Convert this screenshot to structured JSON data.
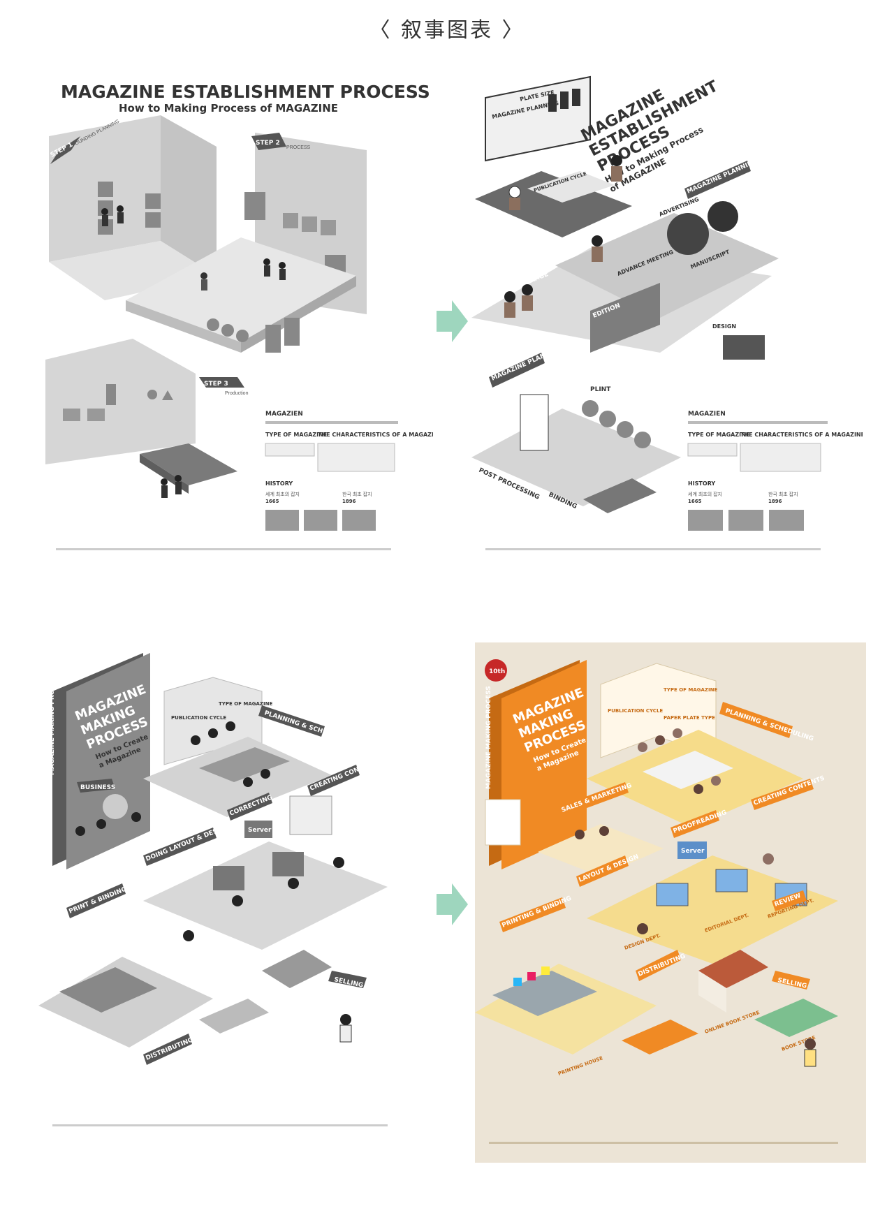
{
  "heading": "〈 叙事图表 〉",
  "p1": {
    "title": "MAGAZINE ESTABLISHMENT PROCESS",
    "subtitle": "How to Making Process of MAGAZINE",
    "step1": "STEP 1",
    "step1_label": "FOUNDING PLANNING",
    "step2": "STEP 2",
    "step2_label": "PROCESS",
    "step3": "STEP 3",
    "step3_label": "Production",
    "info_magazine": "MAGAZIEN",
    "info_type": "TYPE OF MAGAZINE",
    "info_char": "THE CHARACTERISTICS OF A MAGAZINE",
    "info_history": "HISTORY",
    "hist": [
      {
        "year": "1665",
        "label": "세계 최초의 잡지"
      },
      {
        "year": "1896",
        "label": "한국 최초 잡지"
      }
    ]
  },
  "p2": {
    "title_lines": [
      "MAGAZINE",
      "ESTABLISHMENT",
      "PROCESS"
    ],
    "subtitle_lines": [
      "How to Making Process",
      "of MAGAZINE"
    ],
    "plate_size": "PLATE SIZE",
    "publication_cycle": "PUBLICATION CYCLE",
    "magazine_planning": "MAGAZINE PLANNING",
    "advertising": "ADVERTISING",
    "advance_meeting": "ADVANCE MEETING",
    "manuscript": "MANUSCRIPT",
    "coverage": "COVERAGE",
    "edition": "EDITION",
    "design": "DESIGN",
    "plint": "PLINT",
    "post_processing": "POST PROCESSING",
    "binding": "BINDING",
    "info_magazine": "MAGAZIEN",
    "info_type": "TYPE OF MAGAZINE",
    "info_char": "THE CHARACTERISTICS OF A MAGAZINE",
    "info_history": "HISTORY",
    "hist": [
      {
        "year": "1665",
        "label": "세계 최초의 잡지"
      },
      {
        "year": "1896",
        "label": "한국 최초 잡지"
      }
    ]
  },
  "p3": {
    "book_lines": [
      "MAGAZINE",
      "MAKING",
      "PROCESS"
    ],
    "book_sub_lines": [
      "How to Create",
      "a Magazine"
    ],
    "spine": "MAGAZINE MAKING PROCESS",
    "type_of": "TYPE OF MAGAZINE",
    "publication_cycle": "PUBLICATION CYCLE",
    "planning": "PLANNING & SCHEDULING",
    "business": "BUSINESS",
    "creating": "CREATING CONTENT",
    "correcting": "CORRECTING",
    "layout": "DOING LAYOUT & DESIGN",
    "server": "Server",
    "print": "PRINT & BINDING",
    "distributing": "DISTRIBUTING",
    "selling": "SELLING"
  },
  "p4": {
    "book_lines": [
      "MAGAZINE",
      "MAKING",
      "PROCESS"
    ],
    "book_sub_lines": [
      "How to Create",
      "a Magazine"
    ],
    "spine": "MAGAZINE MAKING PROCESS",
    "badge": "10th",
    "type_of": "TYPE OF MAGAZINE",
    "paper_plate": "PAPER PLATE TYPE",
    "publication_cycle": "PUBLICATION CYCLE",
    "planning": "PLANNING & SCHEDULING",
    "sales": "SALES & MARKETING",
    "creating": "CREATING CONTENTS",
    "proofreading": "PROOFREADING",
    "layout": "LAYOUT & DESIGN",
    "server": "Server",
    "printing": "PRINTING & BINDING",
    "review": "REVIEW",
    "distributing": "DISTRIBUTING",
    "selling": "SELLING",
    "editorial": "EDITORIAL DEPT.",
    "reporting": "REPORTING DEPT.",
    "design_dept": "DESIGN DEPT.",
    "printing_house": "PRINTING HOUSE",
    "online_store": "ONLINE BOOK STORE",
    "book_store": "BOOK STORE"
  },
  "colors": {
    "arrow": "#9ed6be",
    "orange": "#f08a24",
    "cream": "#ece4d6",
    "gray_dark": "#5a5a5a",
    "gray_mid": "#9a9a9a",
    "gray_light": "#cfcfcf"
  }
}
